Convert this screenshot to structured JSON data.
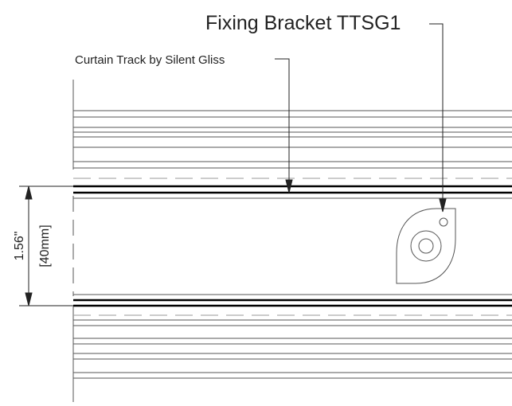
{
  "callouts": {
    "bracket_label": "Fixing Bracket TTSG1",
    "track_label": "Curtain Track by Silent Gliss"
  },
  "dimension": {
    "imperial": "1.56\"",
    "metric": "[40mm]"
  },
  "colors": {
    "line": "#555555",
    "heavy_line": "#000000",
    "dashed_line": "#999999",
    "background": "#ffffff"
  }
}
